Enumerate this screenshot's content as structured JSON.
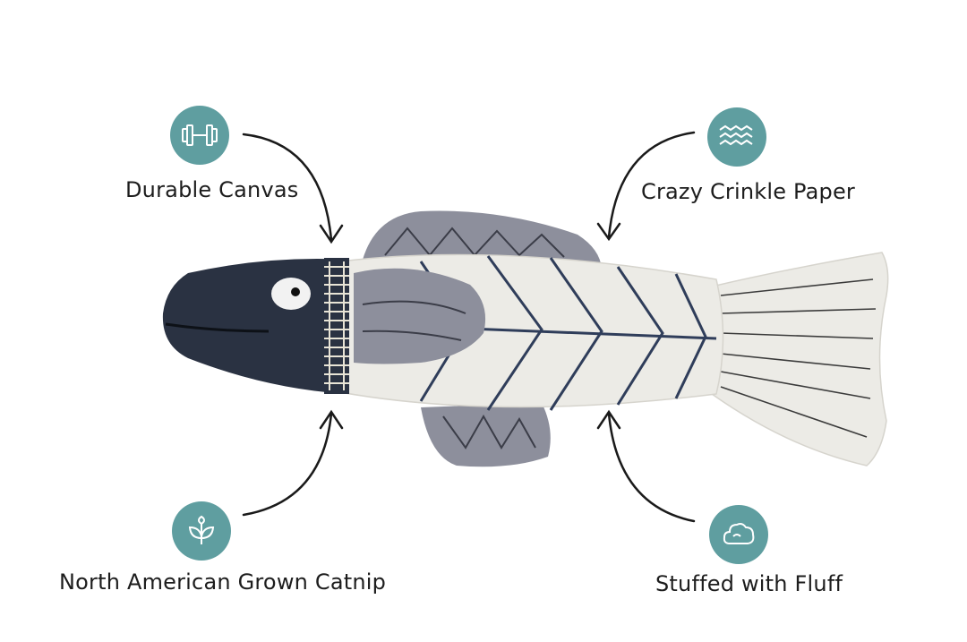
{
  "colors": {
    "badge": "#5f9ea0",
    "arrow": "#1a1a1a",
    "fish_head": "#2a3242",
    "fish_body": "#ecebe6",
    "fish_fin": "#8d8f9c",
    "fish_stripe": "#2f3d5a"
  },
  "features": {
    "durable": {
      "label": "Durable Canvas",
      "icon": "dumbbell-icon"
    },
    "crinkle": {
      "label": "Crazy Crinkle Paper",
      "icon": "waves-icon"
    },
    "catnip": {
      "label": "North American Grown Catnip",
      "icon": "leaf-sprout-icon"
    },
    "fluff": {
      "label": "Stuffed with Fluff",
      "icon": "cloud-icon"
    }
  }
}
